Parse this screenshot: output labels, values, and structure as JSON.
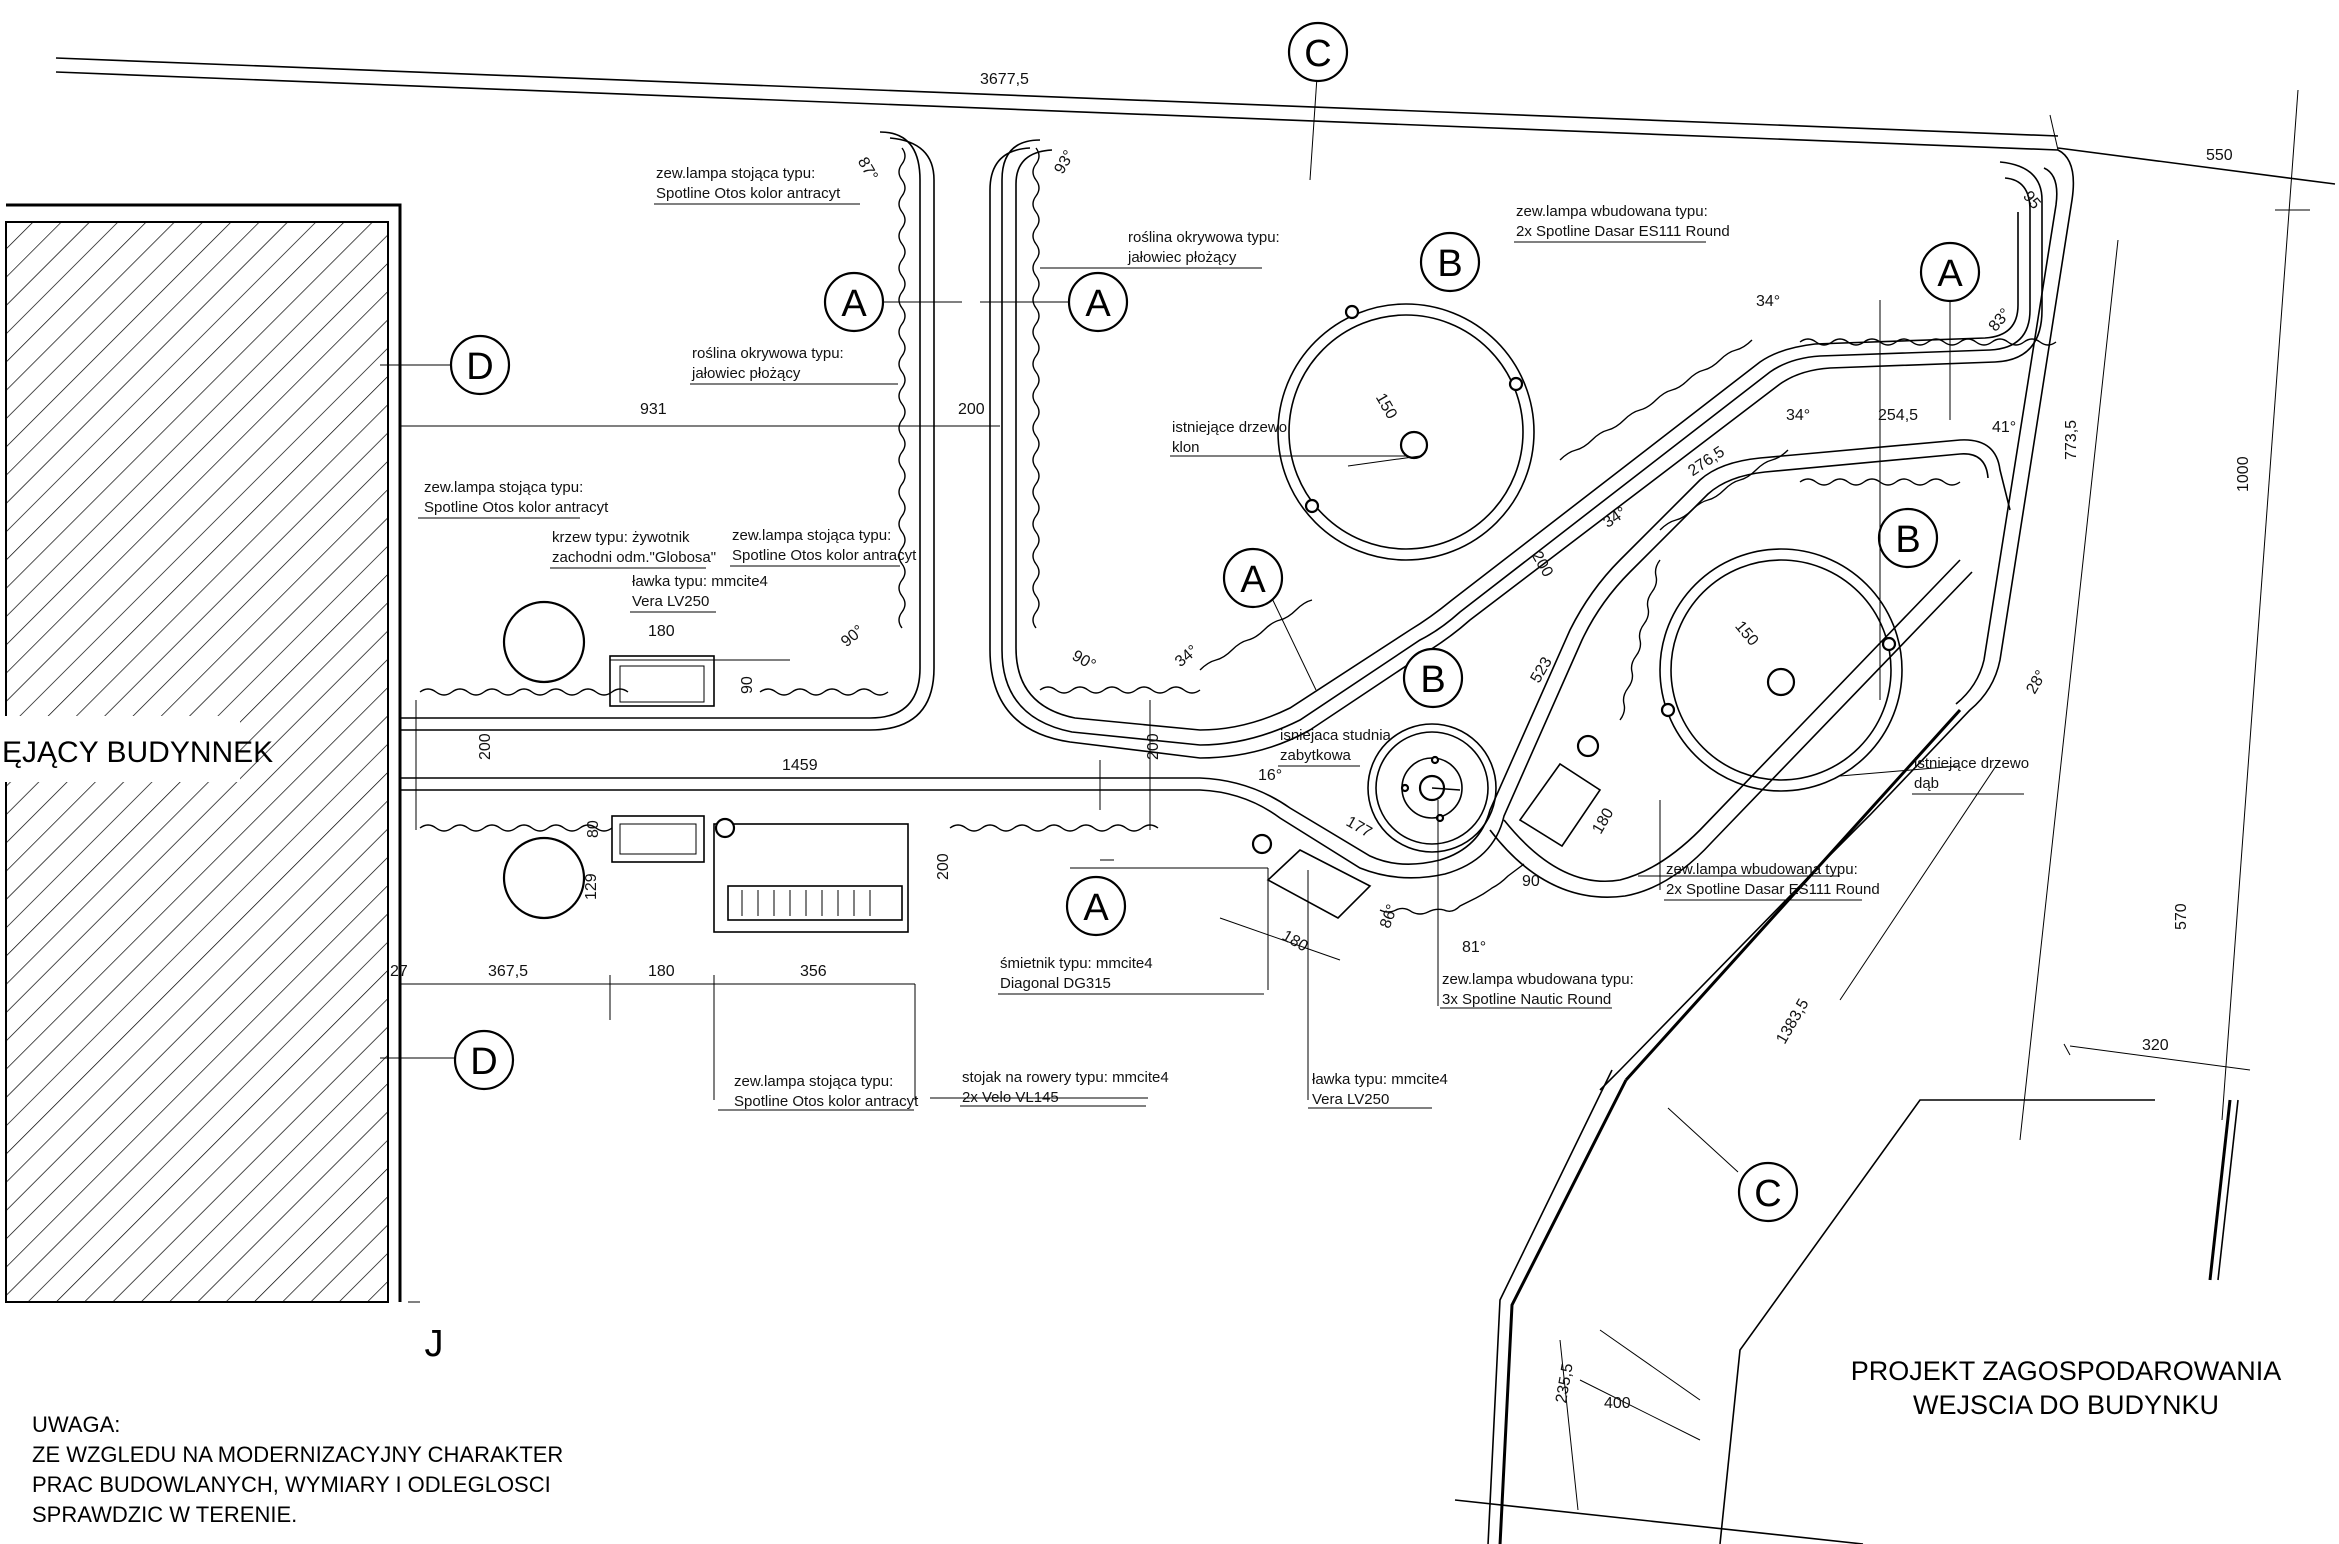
{
  "building": {
    "label": "ĘJĄCY BUDYNNEK"
  },
  "grid_marker": "J",
  "section_markers": [
    "A",
    "A",
    "A",
    "A",
    "A",
    "B",
    "B",
    "B",
    "C",
    "C",
    "D",
    "D"
  ],
  "labels": {
    "lamp_top": [
      "zew.lampa stojąca typu:",
      "Spotline Otos kolor antracyt"
    ],
    "plant_top": [
      "roślina okrywowa typu:",
      "jałowiec płożący"
    ],
    "plant_left": [
      "roślina okrywowa typu:",
      "jałowiec płożący"
    ],
    "lamp_left": [
      "zew.lampa stojąca typu:",
      "Spotline Otos kolor antracyt"
    ],
    "shrub": [
      "krzew typu: żywotnik",
      "zachodni odm.\"Globosa\""
    ],
    "lamp_mid": [
      "zew.lampa stojąca typu:",
      "Spotline Otos kolor antracyt"
    ],
    "bench_top": [
      "ławka typu: mmcite4",
      "Vera LV250"
    ],
    "builtin_top": [
      "zew.lampa wbudowana typu:",
      "2x Spotline Dasar ES111 Round"
    ],
    "tree_klon": [
      "istniejące drzewo",
      "klon"
    ],
    "well": [
      "isniejaca studnia",
      "zabytkowa"
    ],
    "tree_dab": [
      "istniejące drzewo",
      "dąb"
    ],
    "builtin_right": [
      "zew.lampa wbudowana typu:",
      "2x Spotline Dasar ES111 Round"
    ],
    "builtin_well": [
      "zew.lampa wbudowana typu:",
      "3x Spotline Nautic Round"
    ],
    "bin": [
      "śmietnik typu: mmcite4",
      "Diagonal DG315"
    ],
    "lamp_bottom": [
      "zew.lampa stojąca typu:",
      "Spotline Otos kolor antracyt"
    ],
    "bike": [
      "stojak na rowery typu: mmcite4",
      "2x Velo VL145"
    ],
    "bench_bottom": [
      "ławka typu: mmcite4",
      "Vera LV250"
    ]
  },
  "dimensions": {
    "d3677": "3677,5",
    "d550": "550",
    "d931": "931",
    "d200a": "200",
    "d180a": "180",
    "d90a": "90",
    "d1459": "1459",
    "d200b": "200",
    "d200c": "200",
    "d27": "27",
    "d367": "367,5",
    "d180b": "180",
    "d356": "356",
    "d129": "129",
    "d80": "80",
    "d200d": "200",
    "d1000": "1000",
    "d773": "773,5",
    "d570": "570",
    "d320": "320",
    "d1383": "1383,5",
    "d235": "235,5",
    "d400": "400",
    "d254": "254,5",
    "d276": "276,5",
    "d200e": "200",
    "d523": "523",
    "d177": "177",
    "d180c": "180",
    "d180d": "180",
    "d150a": "150",
    "d150b": "150",
    "d95": "95"
  },
  "angles": {
    "a87": "87°",
    "a93": "93°",
    "a90a": "90°",
    "a90b": "90°",
    "a34a": "34°",
    "a34b": "34°",
    "a34c": "34°",
    "a34d": "34°",
    "a41": "41°",
    "a83": "83°",
    "a28": "28°",
    "a16": "16°",
    "a81": "81°",
    "a86": "86°",
    "a90c": "90"
  },
  "title": [
    "PROJEKT ZAGOSPODAROWANIA",
    "WEJSCIA DO BUDYNKU"
  ],
  "note": [
    "UWAGA:",
    "ZE WZGLEDU NA MODERNIZACYJNY CHARAKTER",
    "PRAC BUDOWLANYCH, WYMIARY  I ODLEGLOSCI",
    "SPRAWDZIC W TERENIE."
  ]
}
